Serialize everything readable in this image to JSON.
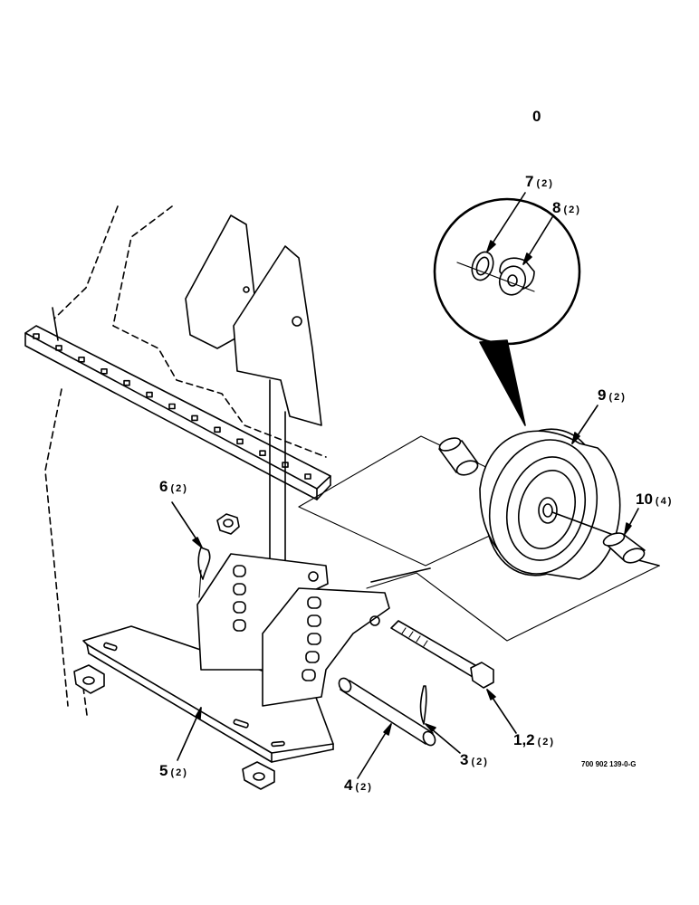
{
  "page_marker": "0",
  "drawing_number": "700 902 139-0-G",
  "callouts": [
    {
      "id": "7",
      "num": "7",
      "qty": "(2)"
    },
    {
      "id": "8",
      "num": "8",
      "qty": "(2)"
    },
    {
      "id": "9",
      "num": "9",
      "qty": "(2)"
    },
    {
      "id": "10",
      "num": "10",
      "qty": "(4)"
    },
    {
      "id": "6",
      "num": "6",
      "qty": "(2)"
    },
    {
      "id": "1-2",
      "num": "1,2",
      "qty": "(2)"
    },
    {
      "id": "3",
      "num": "3",
      "qty": "(2)"
    },
    {
      "id": "4",
      "num": "4",
      "qty": "(2)"
    },
    {
      "id": "5",
      "num": "5",
      "qty": "(2)"
    }
  ]
}
